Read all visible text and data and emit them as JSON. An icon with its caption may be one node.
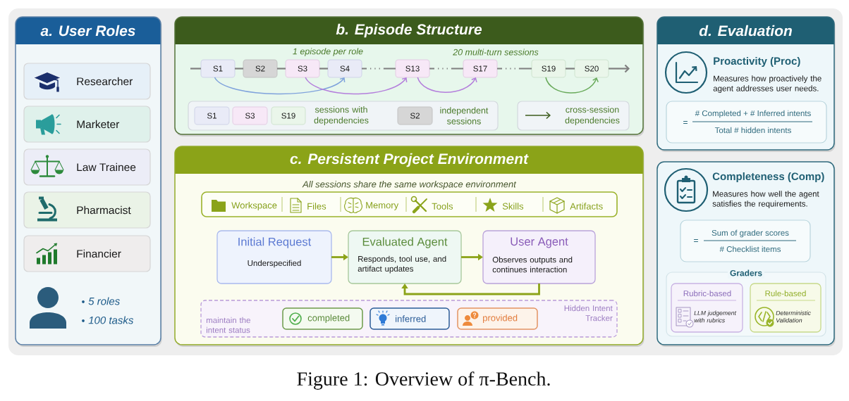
{
  "diagram": {
    "caption": "Figure 1: Overview of π-Bench.",
    "nodes": [
      {
        "text": [
          "a. User Roles"
        ]
      },
      {
        "text": [
          "Researcher"
        ],
        "in": 0
      },
      {
        "text": [
          "Marketer"
        ],
        "in": 0
      },
      {
        "text": [
          "Law Trainee"
        ],
        "in": 0
      },
      {
        "text": [
          "Pharmacist"
        ],
        "in": 0
      },
      {
        "text": [
          "Financier"
        ],
        "in": 0
      },
      {
        "text": [
          "b. Episode Structure"
        ]
      },
      {
        "text": [
          "S1"
        ],
        "in": 6
      },
      {
        "text": [
          "S2"
        ],
        "in": 6
      },
      {
        "text": [
          "S3"
        ],
        "in": 6
      },
      {
        "text": [
          "S4"
        ],
        "in": 6
      },
      {
        "text": [
          "S13"
        ],
        "in": 6
      },
      {
        "text": [
          "S17"
        ],
        "in": 6
      },
      {
        "text": [
          "S19"
        ],
        "in": 6
      },
      {
        "text": [
          "S20"
        ],
        "in": 6
      },
      {
        "text": [
          "sessions with dependencies",
          "independent sessions"
        ],
        "in": 6
      },
      {
        "text": [
          "S1"
        ],
        "in": 15
      },
      {
        "text": [
          "S3"
        ],
        "in": 15
      },
      {
        "text": [
          "S19"
        ],
        "in": 15
      },
      {
        "text": [
          "S2"
        ],
        "in": 15
      },
      {
        "text": [
          "cross-session dependencies"
        ],
        "in": 6
      },
      {
        "text": [
          "c. Persistent Project Environment"
        ]
      },
      {
        "text": [
          "Workspace",
          "Files",
          "Memory",
          "Tools",
          "Skills",
          "Artifacts"
        ],
        "beside": [
          "All sessions share the same workspace environment"
        ],
        "in": 21
      },
      {
        "text": [
          "Initial Request",
          "Underspecified"
        ],
        "in": 21
      },
      {
        "text": [
          "Evaluated Agent",
          "Responds, tool use, and artifact updates"
        ],
        "in": 21
      },
      {
        "text": [
          "User Agent",
          "Observes outputs and continues interaction"
        ],
        "in": 21
      },
      {
        "text": [
          "maintain the intent status",
          "Hidden Intent Tracker"
        ],
        "in": 21
      },
      {
        "text": [
          "completed"
        ],
        "in": 26
      },
      {
        "text": [
          "inferred"
        ],
        "in": 26
      },
      {
        "text": [
          "provided"
        ],
        "in": 26
      },
      {
        "text": [
          "d. Evaluation",
          "Proactivity (Proc)",
          "Measures how proactively the agent addresses user needs."
        ]
      },
      {
        "text": [
          "=",
          "# Completed + # Inferred intents",
          "Total # hidden intents"
        ],
        "in": 30
      },
      {
        "text": [
          "Completeness (Comp)",
          "Measures how well the agent satisfies the requirements."
        ]
      },
      {
        "text": [
          "=",
          "Sum of grader scores",
          "# Checklist items"
        ],
        "in": 32
      },
      {
        "text": [
          "Graders"
        ],
        "in": 32
      },
      {
        "text": [
          "Rubric-based",
          "LLM judgement with rubrics"
        ],
        "in": 34
      },
      {
        "text": [
          "Rule-based",
          "Deterministic Validation"
        ],
        "in": 34
      }
    ],
    "edges": [
      {
        "from": null,
        "to": 7,
        "arrow": "none"
      },
      {
        "from": 7,
        "to": 8,
        "arrow": "none"
      },
      {
        "from": 8,
        "to": 9,
        "arrow": "none"
      },
      {
        "from": 9,
        "to": 10,
        "arrow": "none"
      },
      {
        "from": 10,
        "to": 11,
        "arrow": "none",
        "style": "dashed"
      },
      {
        "from": 11,
        "to": 12,
        "arrow": "none",
        "style": "dashed"
      },
      {
        "from": 12,
        "to": 13,
        "arrow": "none",
        "style": "dashed"
      },
      {
        "from": 13,
        "to": 14,
        "arrow": "none"
      },
      {
        "from": 14,
        "to": null,
        "arrow": "to"
      },
      {
        "from": 7,
        "to": 10,
        "arrow": "to",
        "color": "#7fa2dc"
      },
      {
        "from": 9,
        "to": 11,
        "arrow": "to",
        "color": "#b47fdc"
      },
      {
        "from": 11,
        "to": 12,
        "arrow": "to",
        "color": "#b47fdc"
      },
      {
        "from": 13,
        "to": 14,
        "arrow": "to",
        "color": "#6aab5c"
      },
      {
        "from": 23,
        "to": 24,
        "arrow": "to",
        "color": "#8ca318"
      },
      {
        "from": 24,
        "to": 25,
        "arrow": "to",
        "color": "#8ca318"
      },
      {
        "from": 25,
        "to": 24,
        "arrow": "to",
        "color": "#8ca318"
      }
    ],
    "labels": [
      "5 roles",
      "100 tasks",
      "1 episode per role",
      "20 multi-turn sessions"
    ]
  }
}
